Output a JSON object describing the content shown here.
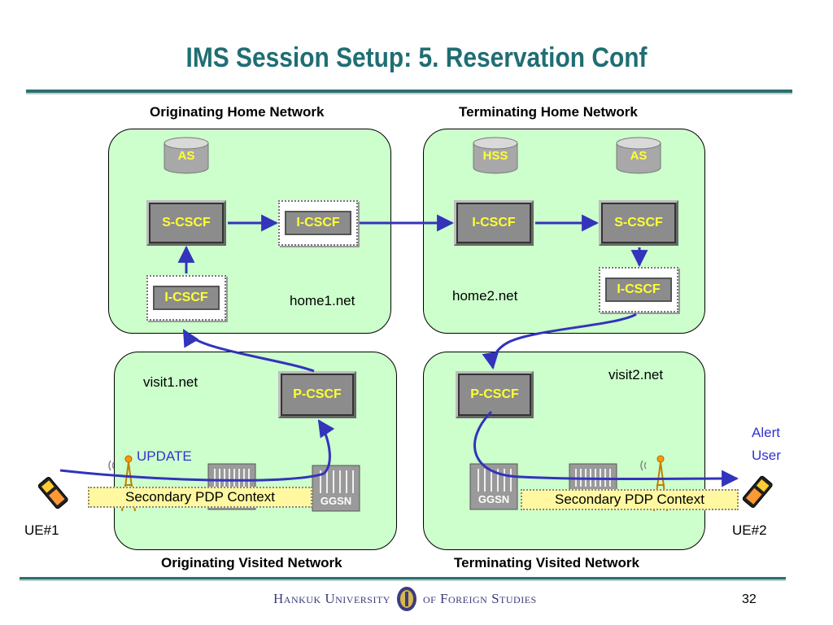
{
  "slide": {
    "title": "IMS Session Setup: 5. Reservation Conf",
    "page_number": "32"
  },
  "networks": {
    "orig_home": "Originating Home Network",
    "term_home": "Terminating Home Network",
    "orig_visited": "Originating Visited Network",
    "term_visited": "Terminating Visited Network"
  },
  "domains": {
    "home1": "home1.net",
    "home2": "home2.net",
    "visit1": "visit1.net",
    "visit2": "visit2.net"
  },
  "nodes": {
    "as_left": "AS",
    "hss": "HSS",
    "as_right": "AS",
    "scscf_left": "S-CSCF",
    "icscf_left_top": "I-CSCF",
    "icscf_left_bottom": "I-CSCF",
    "icscf_right_top": "I-CSCF",
    "scscf_right": "S-CSCF",
    "icscf_right_bottom": "I-CSCF",
    "pcscf_left": "P-CSCF",
    "pcscf_right": "P-CSCF",
    "ggsn_left": "GGSN",
    "ggsn_right": "GGSN"
  },
  "labels": {
    "update": "UPDATE",
    "alert_user_line1": "Alert",
    "alert_user_line2": "User",
    "pdp_left": "Secondary PDP Context",
    "pdp_right": "Secondary PDP Context",
    "ue1": "UE#1",
    "ue2": "UE#2"
  },
  "footer": {
    "left_text": "Hankuk University",
    "right_text": "of Foreign Studies"
  },
  "colors": {
    "title": "#1f6e74",
    "region_fill": "#ccffcc",
    "arrow": "#3333bb",
    "node_text": "#ffff33"
  }
}
